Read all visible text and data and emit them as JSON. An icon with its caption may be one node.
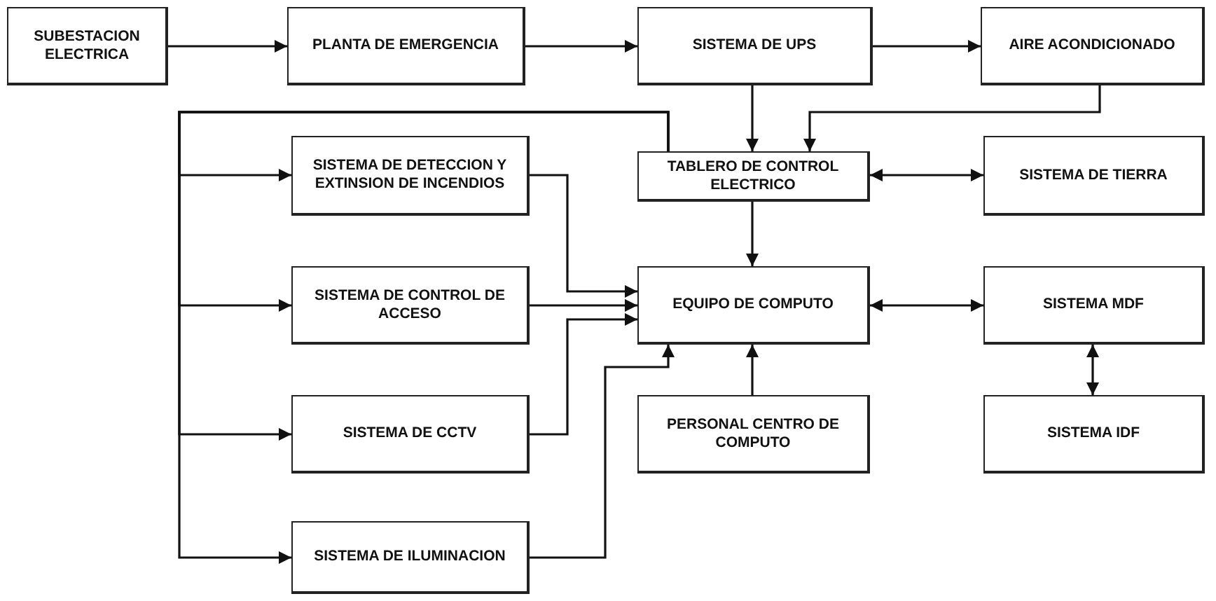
{
  "diagram": {
    "nodes": [
      {
        "text": [
          "SUBESTACION ELECTRICA"
        ]
      },
      {
        "text": [
          "PLANTA DE EMERGENCIA"
        ]
      },
      {
        "text": [
          "SISTEMA DE UPS"
        ]
      },
      {
        "text": [
          "AIRE ACONDICIONADO"
        ]
      },
      {
        "text": [
          "SISTEMA DE DETECCION Y EXTINSION DE INCENDIOS"
        ]
      },
      {
        "text": [
          "TABLERO DE CONTROL ELECTRICO"
        ]
      },
      {
        "text": [
          "SISTEMA DE TIERRA"
        ]
      },
      {
        "text": [
          "SISTEMA DE CONTROL DE ACCESO"
        ]
      },
      {
        "text": [
          "EQUIPO DE COMPUTO"
        ]
      },
      {
        "text": [
          "SISTEMA MDF"
        ]
      },
      {
        "text": [
          "SISTEMA DE CCTV"
        ]
      },
      {
        "text": [
          "PERSONAL CENTRO DE COMPUTO"
        ]
      },
      {
        "text": [
          "SISTEMA IDF"
        ]
      },
      {
        "text": [
          "SISTEMA DE ILUMINACION"
        ]
      }
    ],
    "edges": [
      {
        "from": 0,
        "to": 1,
        "arrow": "to"
      },
      {
        "from": 1,
        "to": 2,
        "arrow": "to"
      },
      {
        "from": 2,
        "to": 3,
        "arrow": "to"
      },
      {
        "from": 2,
        "to": 5,
        "arrow": "to"
      },
      {
        "from": 3,
        "to": 5,
        "arrow": "to"
      },
      {
        "from": 5,
        "to": 6,
        "arrow": "both"
      },
      {
        "from": 5,
        "to": 8,
        "arrow": "to"
      },
      {
        "from": 5,
        "to": 4,
        "arrow": "to"
      },
      {
        "from": 5,
        "to": 7,
        "arrow": "to"
      },
      {
        "from": 5,
        "to": 10,
        "arrow": "to"
      },
      {
        "from": 5,
        "to": 13,
        "arrow": "to"
      },
      {
        "from": 4,
        "to": 8,
        "arrow": "to"
      },
      {
        "from": 7,
        "to": 8,
        "arrow": "to"
      },
      {
        "from": 10,
        "to": 8,
        "arrow": "to"
      },
      {
        "from": 13,
        "to": 8,
        "arrow": "to"
      },
      {
        "from": 11,
        "to": 8,
        "arrow": "to"
      },
      {
        "from": 8,
        "to": 9,
        "arrow": "both"
      },
      {
        "from": 9,
        "to": 12,
        "arrow": "both"
      }
    ]
  }
}
